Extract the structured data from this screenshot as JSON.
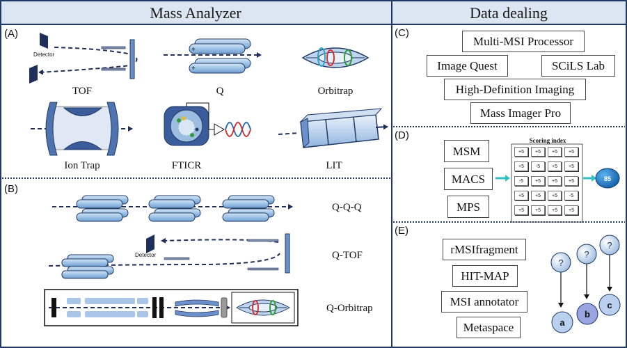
{
  "headers": {
    "left": "Mass Analyzer",
    "right": "Data dealing"
  },
  "panels": {
    "a": "(A)",
    "b": "(B)",
    "c": "(C)",
    "d": "(D)",
    "e": "(E)"
  },
  "analyzers": {
    "detector": "Detector",
    "tof": "TOF",
    "q": "Q",
    "orbitrap": "Orbitrap",
    "ion_trap": "Ion Trap",
    "fticr": "FTICR",
    "lit": "LIT"
  },
  "hybrids": {
    "qqq": "Q-Q-Q",
    "qtof": "Q-TOF",
    "qorbitrap": "Q-Orbitrap",
    "detector": "Detector"
  },
  "software": [
    "Multi-MSI Processor",
    "Image Quest",
    "SCiLS Lab",
    "High-Definition Imaging",
    "Mass Imager Pro"
  ],
  "scoring": {
    "methods": [
      "MSM",
      "MACS",
      "MPS"
    ],
    "title": "Scoring index",
    "grid": [
      [
        "+5",
        "+5",
        "+5",
        "+5"
      ],
      [
        "+5",
        "-5",
        "+5",
        "+5"
      ],
      [
        "-5",
        "+5",
        "+5",
        "+5"
      ],
      [
        "+5",
        "+5",
        "+5",
        "-5"
      ],
      [
        "+5",
        "+5",
        "+5",
        "+5"
      ]
    ],
    "result": "85"
  },
  "annotation": {
    "tools": [
      "rMSIfragment",
      "HIT-MAP",
      "MSI annotator",
      "Metaspace"
    ],
    "unknown_symbol": "?",
    "targets": [
      "a",
      "b",
      "c"
    ]
  },
  "colors": {
    "header_bg": "#dce6f2",
    "border": "#1f3864",
    "quad_fill": "#9dc3e6",
    "quad_stroke": "#1f3864",
    "arrow_teal": "#33bfc6",
    "result_circle": "#1f7fc4",
    "node_fill": "#c9dcf0"
  }
}
